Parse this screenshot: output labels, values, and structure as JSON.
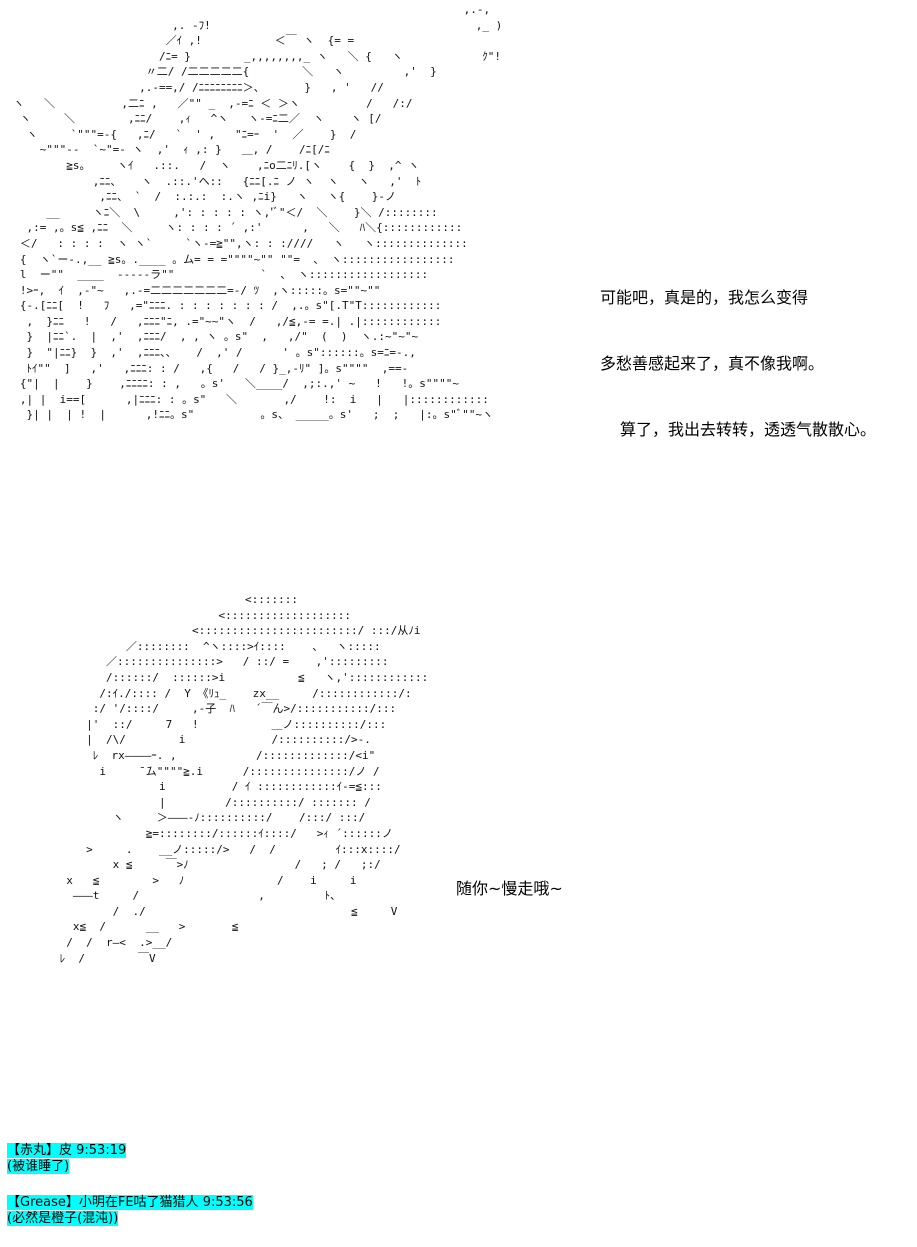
{
  "ascii_art": {
    "top": "                                                                      ,.-,\n                          ,. -ﾌ!                                        ,_ )\n                         ／ｲ ,!           ＜￣ ヽ  {= =\n                        /ﾆ= }        _,,,,,,,,_ ヽ   ＼ {   ヽ            ｸ\"!\n                      〃二/ /二二二二二{        ＼   ヽ         ,'  }\n                     ,.-==,/ /ﾆﾆﾆﾆﾆﾆﾆﾆ＞、      }   , '   //\n  ヽ   ＼          ,二ﾆ ,   ／\"\" _  ,-=ﾆ ＜ ＞ヽ          /   /:/\n   ヽ     ＼        ,ﾆﾆ/    ,ｨ   ^ヽ   ヽ-=ﾆ二／  ヽ    ヽ [/\n    ヽ     `\"\"\"=-{   ,ﾆ/   `  ' ,   \"ﾆ=ｰ  '  ／    }  /\n      ~\"\"\"--  `~\"=- ヽ  ,'  ｨ ,: }   ＿, /    /ﾆ[/ﾆ\n          ≧s。    ヽｲ   .::.   /  ヽ    ,ﾆo二ﾆﾘ.[ヽ    {  }  ,^ ヽ\n              ,ﾆﾆ、   ヽ  .::.'ヘ::   {ﾆﾆ[.ﾆ ノ ヽ  ヽ   ヽ   ,'  ﾄ\n               ,ﾆﾆ、 `  /  :.:.:  :.ヽ ,ﾆi}   ヽ   ヽ{    }-ノ\n       __     ヽﾆ＼  \\     ,': : : : : ヽ,'ﾞ\"＜/  ＼    }＼ /::::::::\n    ,:= ,。s≦ ,ﾆﾆ  ＼     ヽ: : : : ´ ,:'      ,   ＼   ﾊ＼{::::::::::::\n   ＜/   : : : :  ヽ ヽ`     `ヽ-=≧\"\",ヽ: : :////   ヽ   ヽ::::::::::::::\n   {  ヽ`ー-.,__ ≧s。.____ 。ム= = =\"\"\"\"~\"\" \"\"=  、 ヽ:::::::::::::::::\n   l  ー\"\"  ____  -----ラ\"\"             `  、 ヽ::::::::::::::::::\n   !>ｰ,  ｲ  ,-\"~   ,.-=二二二二二二二=-/ ﾂ  ,ヽ:::::。s=\"\"~\"\"\n   {-.[ﾆﾆ[  !   ﾌ   ,=\"ﾆﾆﾆ. : : : : : : : /  ,.。s\"[.T\"T::::::::::::\n    ,  }ﾆﾆ   !   /   ,ﾆﾆﾆ\"ﾆ, .=\"~~\"ヽ  /   ,/≦,-= =.| .|::::::::::::\n    }  |ﾆﾆ`.  |  ,'  ,ﾆﾆﾆ/  , , ヽ 。s\"  ,   ,/\"  (  )  ヽ.:~\"~\"~\n    }  \"|ﾆﾆ}  }  ,'  ,ﾆﾆﾆ、、   /  ,' /      ' 。s\"::::::。s=ﾆ=-.,\n    ﾄｲ\"\"  ]   ,'   ,ﾆﾆﾆ: : /   ,{   /   / }_,-ﾘ\" ]。s\"\"\"\"  ,==-\n   {\"|  |    }    ,ﾆﾆﾆﾆ: : ,   。s'   ＼____/  ,;:.,' ~   !   !。s\"\"\"\"~\n   ,| |  i==[      ,|ﾆﾆﾆ: : 。s\"   ＼       ,/    !:  i   |   |::::::::::::\n    }| |  | !  |      ,!ﾆﾆ。s\"          。s、 _____。s'   ;  ;   |:。s\"ﾞ\"\"~ヽ",
    "bottom": "                                     <:::::::\n                                 <:::::::::::::::::::\n                             <::::::::::::::::::::::::/ :::/从ﾉi\n                   ／::::::::  ^ヽ::::>ｲ::::    、  ヽ:::::\n                ／:::::::::::::::>   / ::/ =    ,':::::::::\n                /::::::/  ::::::>i           ≦   ヽ,'::::::::::::\n               /:ｲ./:::: /  Y 《ﾘｭ_    zx__     /::::::::::::/:\n              :/ '/::::/     ,-子  ﾊ   ´￣ん>/:::::::::::/:::\n             |'  ::/     7   !           ＿ノ::::::::::/:::\n             |  /\\/        i             /::::::::::/>-.\n              ﾚ  rx――――ｰ. ,            /:::::::::::::/<i\"\n               i     ̄ ̄ム\"\"\"\"≧.i      /:::::::::::::::/ノ /\n                        i          / ｲ ::::::::::::ｲ-=≦:::\n                        |         /::::::::::/ ::::::: /\n                 ヽ     ＞―――-ﾉ::::::::::/    /:::/ :::/\n                      ≧=::::::::/::::::ｲ::::/   >ｨ ´::::::ノ\n             >     .    __ノ:::::/>   /  /         ｲ:::x::::/\n                 x ≦     ￣>ﾉ                /   ; /   ;:/\n          x   ≦        >   ﾉ              /    i     i\n           ―――t     /                  ,         ﾄ、\n                 /  ./                               ≦     V\n           x≦  /      __   >       ≦\n          /  /  r―<  .>__/\n         ﾚ  /        ￣V"
  },
  "speech": {
    "top_lines": [
      "可能吧，真是的，我怎么变得",
      "多愁善感起来了，真不像我啊。",
      "算了，我出去转转，透透气散散心。"
    ],
    "bottom_line": "随你~慢走哦~"
  },
  "comments": [
    {
      "header": "【赤丸】皮 9:53:19",
      "body": "(被谁睡了)"
    },
    {
      "header": "【Grease】小明在FE咕了猫猎人 9:53:56",
      "body": "(必然是橙子(混沌))"
    }
  ],
  "colors": {
    "background": "#ffffff",
    "text": "#000000",
    "highlight": "#00ffff"
  }
}
